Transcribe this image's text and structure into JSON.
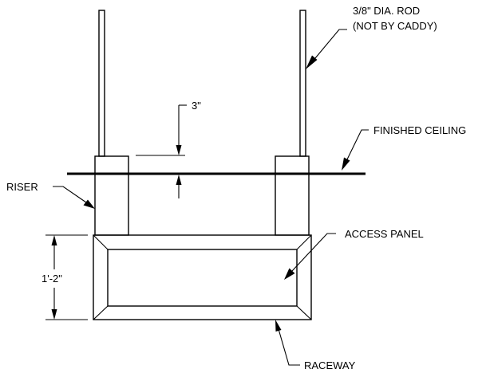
{
  "labels": {
    "rod_line1": "3/8\" DIA. ROD",
    "rod_line2": "(NOT BY CADDY)",
    "finished_ceiling": "FINISHED CEILING",
    "riser": "RISER",
    "access_panel": "ACCESS PANEL",
    "raceway": "RACEWAY",
    "dim_gap": "3\"",
    "dim_height": "1'-2\""
  }
}
